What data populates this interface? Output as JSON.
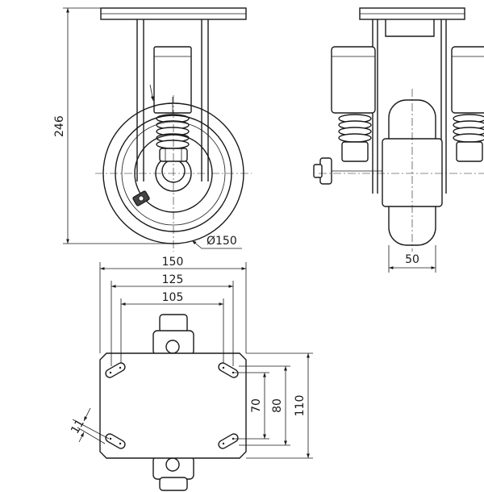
{
  "dimensions": {
    "height": "246",
    "wheel_diameter": "Ø150",
    "wheel_width": "50",
    "plate_length": "150",
    "hole_span_outer": "125",
    "hole_span_inner": "105",
    "slot_width": "11",
    "hole_span_short": "70",
    "slot_outer_short": "80",
    "plate_width": "110"
  }
}
